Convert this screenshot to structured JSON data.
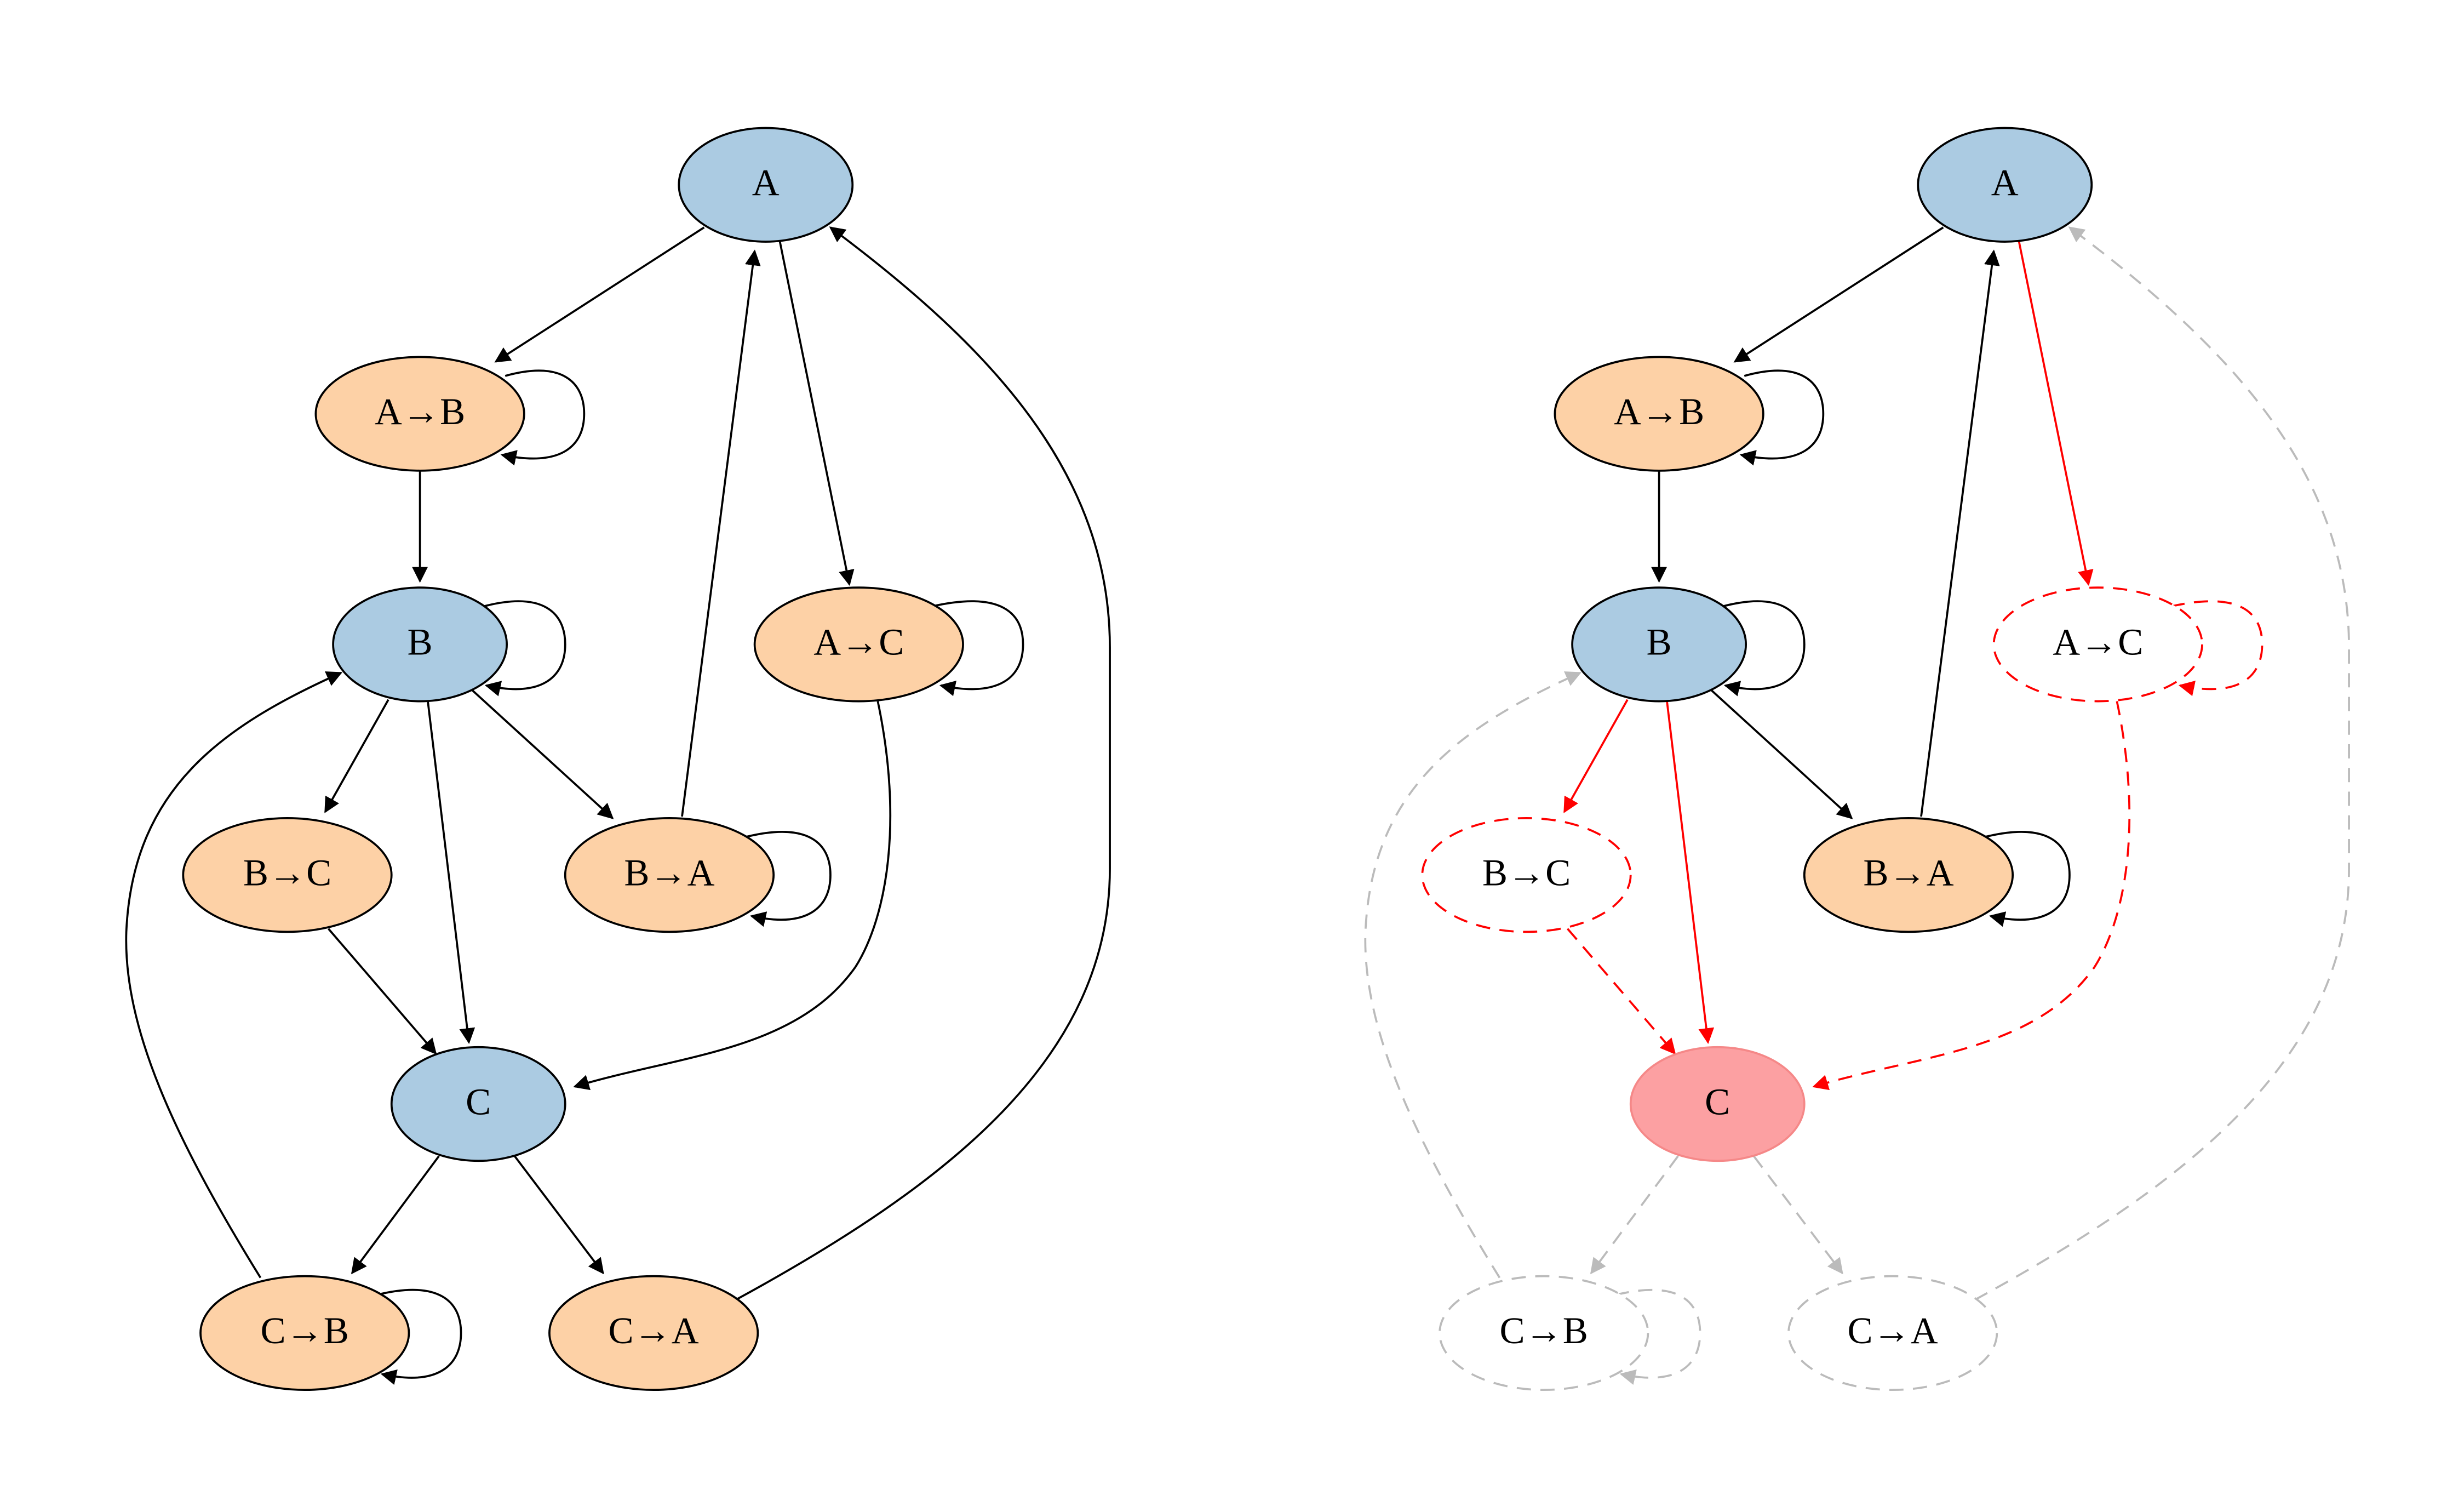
{
  "colors": {
    "state_fill": "#abcbe2",
    "transition_fill": "#fdd1a6",
    "target_fill": "#fca0a2",
    "target_stroke": "#f58888",
    "black": "#000000",
    "red": "#ff0000",
    "grey": "#bbbbbb"
  },
  "left": {
    "nodes": {
      "A": {
        "label": "A",
        "kind": "state"
      },
      "AB": {
        "label": "A→B",
        "kind": "transition"
      },
      "B": {
        "label": "B",
        "kind": "state"
      },
      "AC": {
        "label": "A→C",
        "kind": "transition"
      },
      "BC": {
        "label": "B→C",
        "kind": "transition"
      },
      "BA": {
        "label": "B→A",
        "kind": "transition"
      },
      "C": {
        "label": "C",
        "kind": "state"
      },
      "CB": {
        "label": "C→B",
        "kind": "transition"
      },
      "CA": {
        "label": "C→A",
        "kind": "transition"
      }
    }
  },
  "right": {
    "nodes": {
      "A": {
        "label": "A",
        "kind": "state"
      },
      "AB": {
        "label": "A→B",
        "kind": "transition"
      },
      "B": {
        "label": "B",
        "kind": "state"
      },
      "AC": {
        "label": "A→C",
        "kind": "disabled-transition"
      },
      "BC": {
        "label": "B→C",
        "kind": "disabled-transition"
      },
      "BA": {
        "label": "B→A",
        "kind": "transition"
      },
      "C": {
        "label": "C",
        "kind": "target-state"
      },
      "CB": {
        "label": "C→B",
        "kind": "unreachable-transition"
      },
      "CA": {
        "label": "C→A",
        "kind": "unreachable-transition"
      }
    }
  },
  "edges": [
    {
      "from": "A",
      "to": "AB",
      "left": "solid",
      "right": "solid"
    },
    {
      "from": "AB",
      "to": "AB",
      "left": "solid",
      "right": "solid"
    },
    {
      "from": "AB",
      "to": "B",
      "left": "solid",
      "right": "solid"
    },
    {
      "from": "B",
      "to": "B",
      "left": "solid",
      "right": "solid"
    },
    {
      "from": "A",
      "to": "AC",
      "left": "solid",
      "right": "red-solid"
    },
    {
      "from": "AC",
      "to": "AC",
      "left": "solid",
      "right": "red-dashed"
    },
    {
      "from": "AC",
      "to": "C",
      "left": "solid",
      "right": "red-dashed"
    },
    {
      "from": "B",
      "to": "BC",
      "left": "solid",
      "right": "red-solid"
    },
    {
      "from": "BC",
      "to": "C",
      "left": "solid",
      "right": "red-dashed"
    },
    {
      "from": "B",
      "to": "C",
      "left": "solid",
      "right": "red-solid"
    },
    {
      "from": "B",
      "to": "BA",
      "left": "solid",
      "right": "solid"
    },
    {
      "from": "BA",
      "to": "BA",
      "left": "solid",
      "right": "solid"
    },
    {
      "from": "BA",
      "to": "A",
      "left": "solid",
      "right": "solid"
    },
    {
      "from": "C",
      "to": "CB",
      "left": "solid",
      "right": "grey-dashed"
    },
    {
      "from": "CB",
      "to": "CB",
      "left": "solid",
      "right": "grey-dashed"
    },
    {
      "from": "CB",
      "to": "B",
      "left": "solid",
      "right": "grey-dashed"
    },
    {
      "from": "C",
      "to": "CA",
      "left": "solid",
      "right": "grey-dashed"
    },
    {
      "from": "CA",
      "to": "A",
      "left": "solid",
      "right": "grey-dashed"
    }
  ]
}
